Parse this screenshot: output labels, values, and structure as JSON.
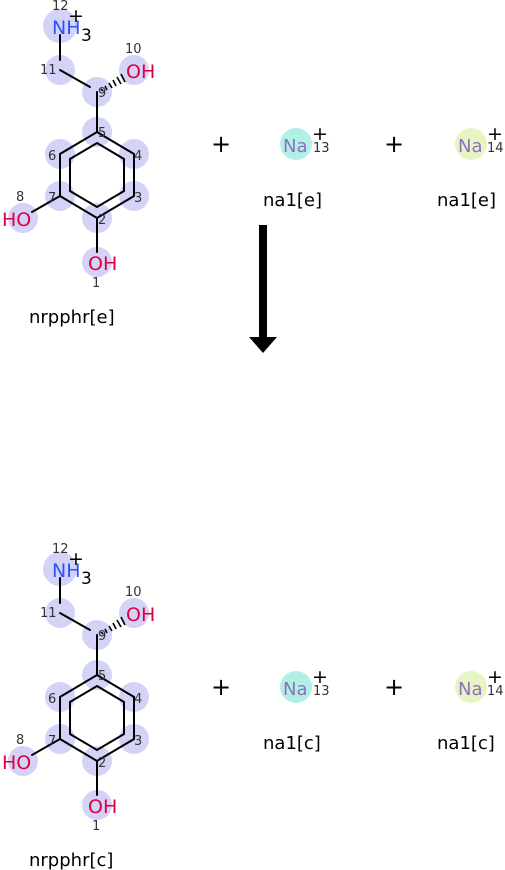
{
  "colors": {
    "highlight": "#d3d3f7",
    "na13_highlight": "#b2f0e6",
    "na14_highlight": "#e6f5c2",
    "nitrogen": "#3050f8",
    "oxygen": "#e0003e",
    "sodium": "#8f6ec4",
    "bond": "#000000"
  },
  "reactants": {
    "molecule": {
      "name": "nrpphr[e]",
      "atoms": {
        "n12": {
          "text": "NH",
          "sub": "3",
          "charge": "+",
          "index": "12"
        },
        "o10": {
          "text": "OH",
          "index": "10"
        },
        "o8": {
          "text": "HO",
          "index": "8"
        },
        "o1": {
          "text": "OH",
          "index": "1"
        },
        "c11": {
          "index": "11"
        },
        "c9": {
          "index": "9"
        },
        "c5": {
          "index": "5"
        },
        "c6": {
          "index": "6"
        },
        "c4": {
          "index": "4"
        },
        "c7": {
          "index": "7"
        },
        "c3": {
          "index": "3"
        },
        "c2": {
          "index": "2"
        }
      }
    },
    "plus1": "+",
    "plus2": "+",
    "na13": {
      "symbol": "Na",
      "charge": "+",
      "index": "13",
      "name": "na1[e]"
    },
    "na14": {
      "symbol": "Na",
      "charge": "+",
      "index": "14",
      "name": "na1[e]"
    }
  },
  "products": {
    "molecule": {
      "name": "nrpphr[c]",
      "atoms": {
        "n12": {
          "text": "NH",
          "sub": "3",
          "charge": "+",
          "index": "12"
        },
        "o10": {
          "text": "OH",
          "index": "10"
        },
        "o8": {
          "text": "HO",
          "index": "8"
        },
        "o1": {
          "text": "OH",
          "index": "1"
        },
        "c11": {
          "index": "11"
        },
        "c9": {
          "index": "9"
        },
        "c5": {
          "index": "5"
        },
        "c6": {
          "index": "6"
        },
        "c4": {
          "index": "4"
        },
        "c7": {
          "index": "7"
        },
        "c3": {
          "index": "3"
        },
        "c2": {
          "index": "2"
        }
      }
    },
    "plus1": "+",
    "plus2": "+",
    "na13": {
      "symbol": "Na",
      "charge": "+",
      "index": "13",
      "name": "na1[c]"
    },
    "na14": {
      "symbol": "Na",
      "charge": "+",
      "index": "14",
      "name": "na1[c]"
    }
  }
}
